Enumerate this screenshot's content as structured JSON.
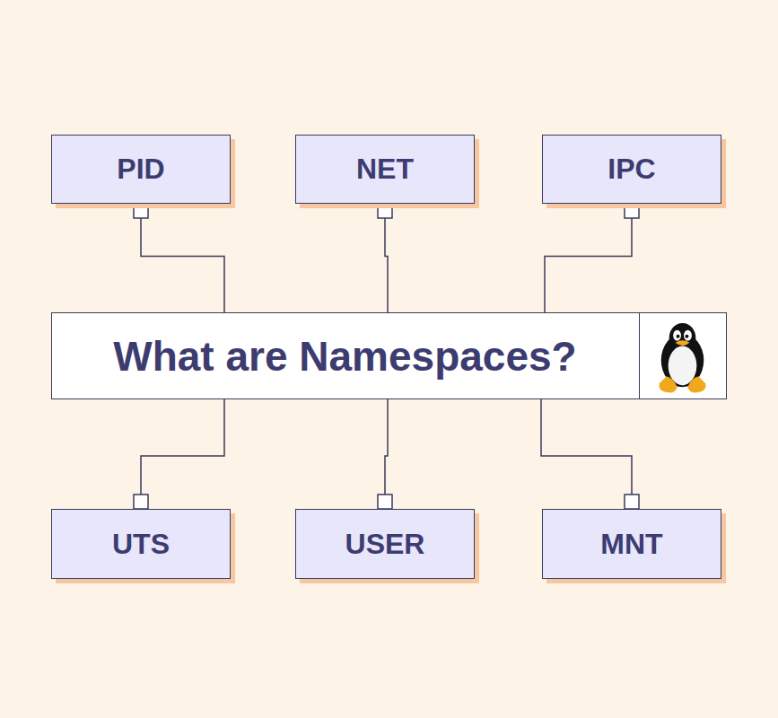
{
  "diagram": {
    "nodes": [
      {
        "text": [
          "PID"
        ]
      },
      {
        "text": [
          "NET"
        ]
      },
      {
        "text": [
          "IPC"
        ]
      },
      {
        "text": [
          "What are Namespaces?"
        ]
      },
      {
        "text": [
          "UTS"
        ]
      },
      {
        "text": [
          "USER"
        ]
      },
      {
        "text": [
          "MNT"
        ]
      }
    ],
    "edges": [
      {
        "from": 0,
        "to": 3,
        "arrow": "none"
      },
      {
        "from": 1,
        "to": 3,
        "arrow": "none"
      },
      {
        "from": 2,
        "to": 3,
        "arrow": "none"
      },
      {
        "from": 3,
        "to": 4,
        "arrow": "none"
      },
      {
        "from": 3,
        "to": 5,
        "arrow": "none"
      },
      {
        "from": 3,
        "to": 6,
        "arrow": "none"
      }
    ]
  }
}
